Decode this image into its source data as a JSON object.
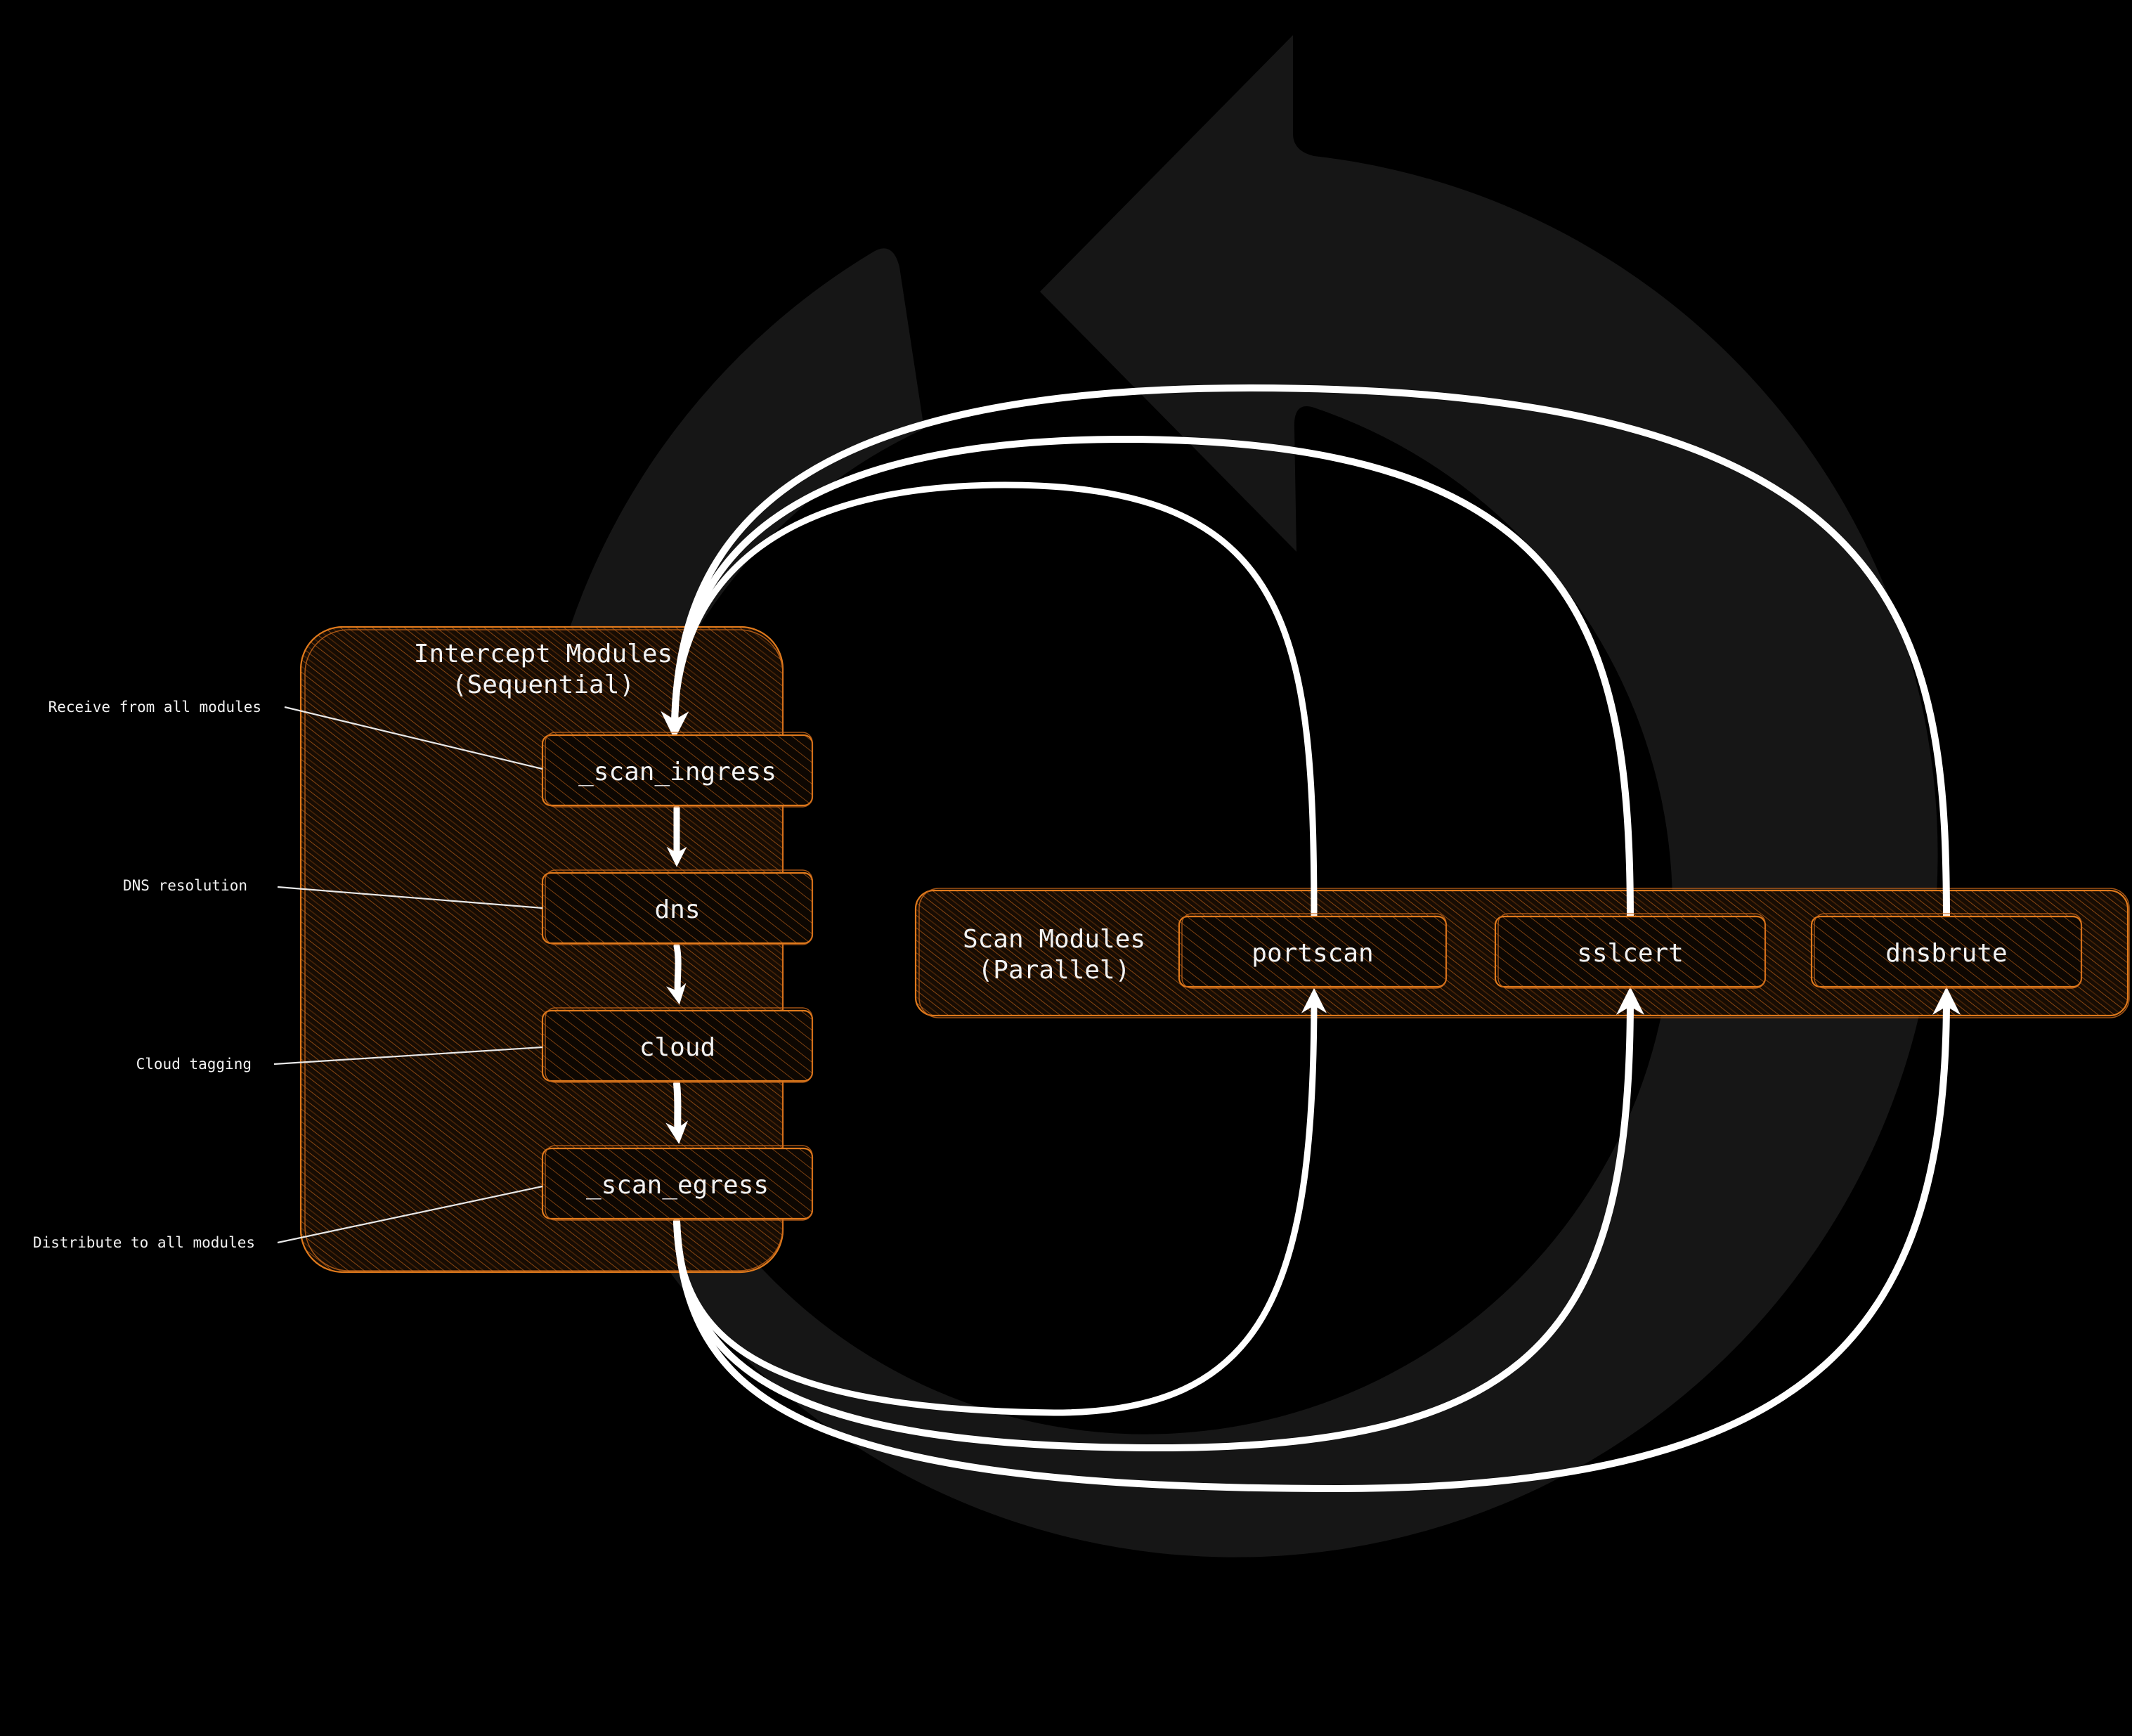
{
  "colors": {
    "background": "#000000",
    "group_stroke": "#e07a1c",
    "cycle_icon": "#161616",
    "arrows": "#ffffff",
    "text": "#f2f2f2"
  },
  "background_icon": "refresh-cycle-icon",
  "intercept_group": {
    "title_line1": "Intercept Modules",
    "title_line2": "(Sequential)",
    "nodes": {
      "scan_ingress": "_scan_ingress",
      "dns": "dns",
      "cloud": "cloud",
      "scan_egress": "_scan_egress"
    }
  },
  "scan_group": {
    "title_line1": "Scan Modules",
    "title_line2": "(Parallel)",
    "nodes": {
      "portscan": "portscan",
      "sslcert": "sslcert",
      "dnsbrute": "dnsbrute"
    }
  },
  "annotations": {
    "ingress": "Receive from all modules",
    "dns": "DNS resolution",
    "cloud": "Cloud tagging",
    "egress": "Distribute to all modules"
  }
}
